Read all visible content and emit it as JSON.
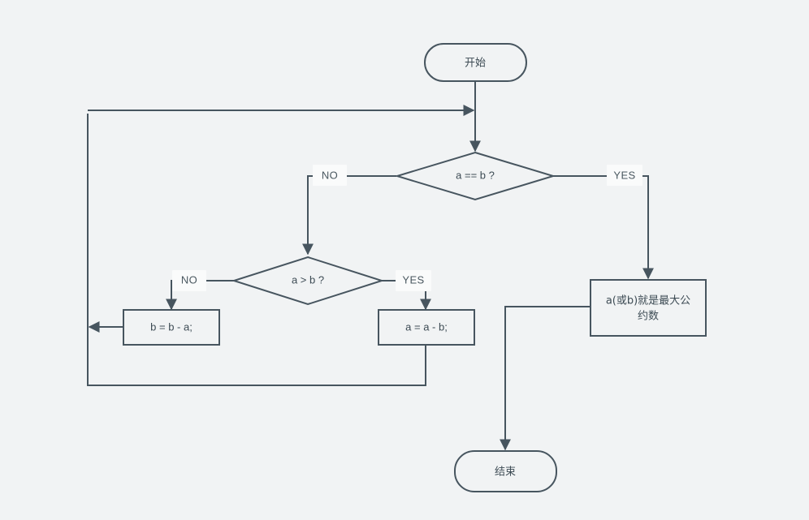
{
  "diagram": {
    "title": "",
    "background_color": "#f1f3f4",
    "stroke_color": "#47555f",
    "text_color": "#3d4b54",
    "label_chip_color": "#fafbfb",
    "type": "flowchart",
    "purpose": "greatest-common-divisor-subtraction-algorithm"
  },
  "nodes": {
    "start": {
      "label": "开始",
      "shape": "rounded-terminator"
    },
    "decision_equal": {
      "label": "a == b ?",
      "shape": "diamond"
    },
    "decision_greater": {
      "label": "a > b ?",
      "shape": "diamond"
    },
    "process_b_minus_a": {
      "label": "b = b - a;",
      "shape": "rectangle"
    },
    "process_a_minus_b": {
      "label": "a = a - b;",
      "shape": "rectangle"
    },
    "result": {
      "label_line1": "a(或b)就是最大公",
      "label_line2": "约数",
      "shape": "rectangle"
    },
    "end": {
      "label": "结束",
      "shape": "rounded-terminator"
    }
  },
  "edge_labels": {
    "equal_no": "NO",
    "equal_yes": "YES",
    "greater_no": "NO",
    "greater_yes": "YES"
  }
}
